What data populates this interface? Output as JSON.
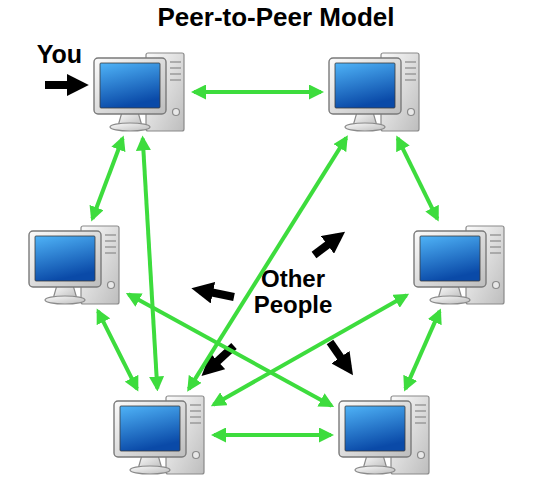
{
  "diagram": {
    "title": "Peer-to-Peer Model",
    "nodes": [
      {
        "text": [
          "You"
        ]
      },
      {
        "text": []
      },
      {
        "text": []
      },
      {
        "text": []
      },
      {
        "text": []
      },
      {
        "text": []
      }
    ],
    "edges": [
      {
        "from": 0,
        "to": 1,
        "arrow": "both"
      },
      {
        "from": 0,
        "to": 2,
        "arrow": "both"
      },
      {
        "from": 0,
        "to": 4,
        "arrow": "both"
      },
      {
        "from": 1,
        "to": 3,
        "arrow": "both"
      },
      {
        "from": 1,
        "to": 4,
        "arrow": "both"
      },
      {
        "from": 2,
        "to": 4,
        "arrow": "both"
      },
      {
        "from": 2,
        "to": 5,
        "arrow": "both"
      },
      {
        "from": 3,
        "to": 4,
        "arrow": "both"
      },
      {
        "from": 3,
        "to": 5,
        "arrow": "both"
      },
      {
        "from": 4,
        "to": 5,
        "arrow": "both"
      }
    ],
    "labels": [
      "Other People"
    ]
  }
}
